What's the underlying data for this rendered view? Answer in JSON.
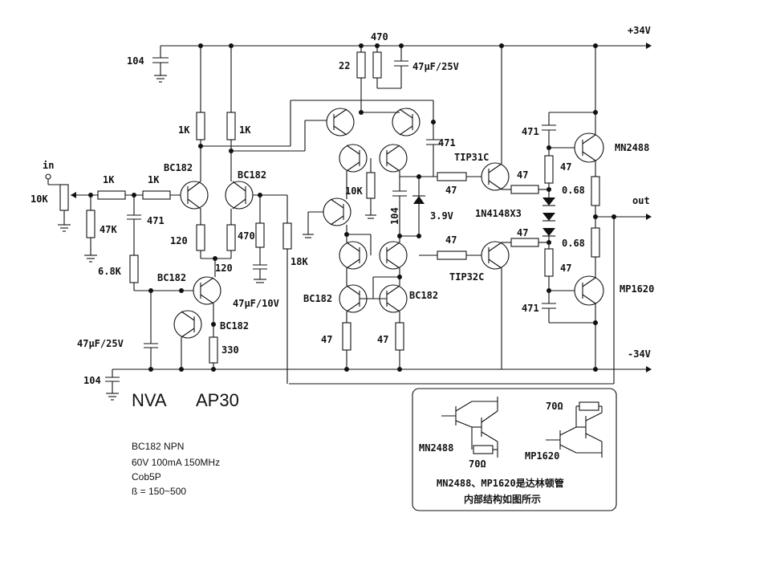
{
  "rails": {
    "pos": "+34V",
    "neg": "-34V",
    "in": "in",
    "out": "out"
  },
  "title": {
    "brand": "NVA",
    "model": "AP30"
  },
  "labels": {
    "c104_top": "104",
    "r470_top": "470",
    "r22": "22",
    "c47u25_top": "47μF/25V",
    "r1k_a": "1K",
    "r1k_b": "1K",
    "r1k_in1": "1K",
    "r1k_in2": "1K",
    "pot10k": "10K",
    "r47k": "47K",
    "c471_in": "471",
    "bc182_1": "BC182",
    "bc182_2": "BC182",
    "r120_a": "120",
    "r120_b": "120",
    "r470_mid": "470",
    "r18k": "18K",
    "c47u10": "47μF/10V",
    "r68k": "6.8K",
    "bc182_3": "BC182",
    "bc182_4": "BC182",
    "r330": "330",
    "c47u25_low": "47μF/25V",
    "c104_low": "104",
    "r10k_mid": "10K",
    "c104_mid": "104",
    "c471_mid": "471",
    "z39": "3.9V",
    "tip31c": "TIP31C",
    "tip32c": "TIP32C",
    "r47_a": "47",
    "r47_b": "47",
    "r47_c": "47",
    "r47_d": "47",
    "bc182_5": "BC182",
    "bc182_6": "BC182",
    "r47_e": "47",
    "r47_f": "47",
    "diodes": "1N4148X3",
    "c471_hi": "471",
    "c471_lo": "471",
    "r47_g": "47",
    "r47_h": "47",
    "r068_a": "0.68",
    "r068_b": "0.68",
    "mn2488": "MN2488",
    "mp1620": "MP1620"
  },
  "notes": {
    "l1": "BC182  NPN",
    "l2": "60V  100mA  150MHz",
    "l3": "Cob5P",
    "l4": "ß  = 150~500"
  },
  "inset": {
    "mn": "MN2488",
    "mp": "MP1620",
    "r70a": "70Ω",
    "r70b": "70Ω",
    "caption1": "MN2488、MP1620是达林顿管",
    "caption2": "内部结构如图所示"
  }
}
